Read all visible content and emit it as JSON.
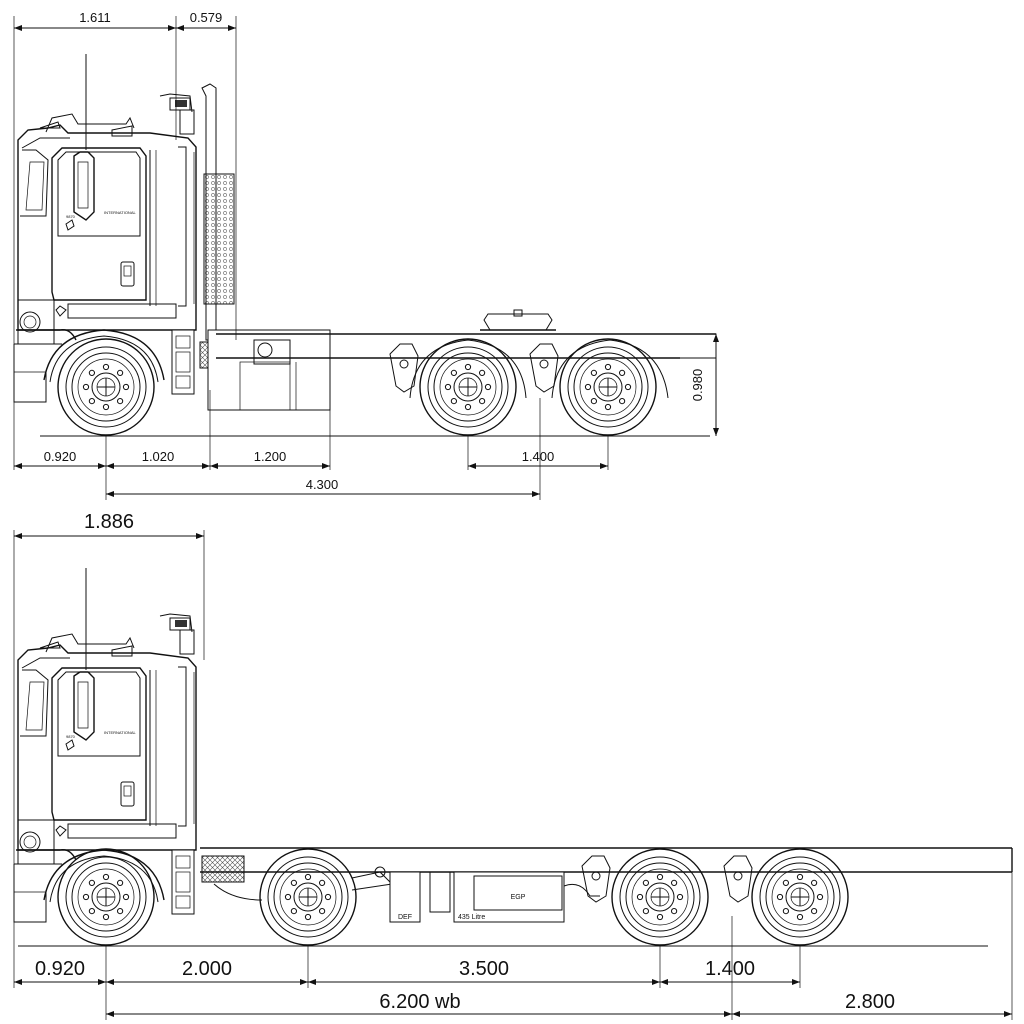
{
  "diagrams": {
    "top": {
      "brand_text": "INTERNATIONAL",
      "model_text": "9870",
      "dims": {
        "front_overhang_top": "1.611",
        "top_offset": "0.579",
        "front_overhang": "0.920",
        "front_axle_offset": "1.020",
        "tank_length": "1.200",
        "tandem_spread": "1.400",
        "wheelbase": "4.300",
        "fifth_wheel_height": "0.980"
      }
    },
    "bottom": {
      "brand_text": "INTERNATIONAL",
      "model_text": "9870",
      "labels": {
        "def": "DEF",
        "egp": "EGP",
        "tank": "435 Litre"
      },
      "dims": {
        "cab_length": "1.886",
        "front_overhang": "0.920",
        "axle_1_2": "2.000",
        "axle_2_3": "3.500",
        "tandem_spread": "1.400",
        "wheelbase": "6.200 wb",
        "rear_overhang": "2.800"
      }
    }
  },
  "icons": [
    "wheel-icon",
    "fuel-tank-icon",
    "fifth-wheel-icon",
    "mirror-icon",
    "exhaust-stack-icon"
  ]
}
